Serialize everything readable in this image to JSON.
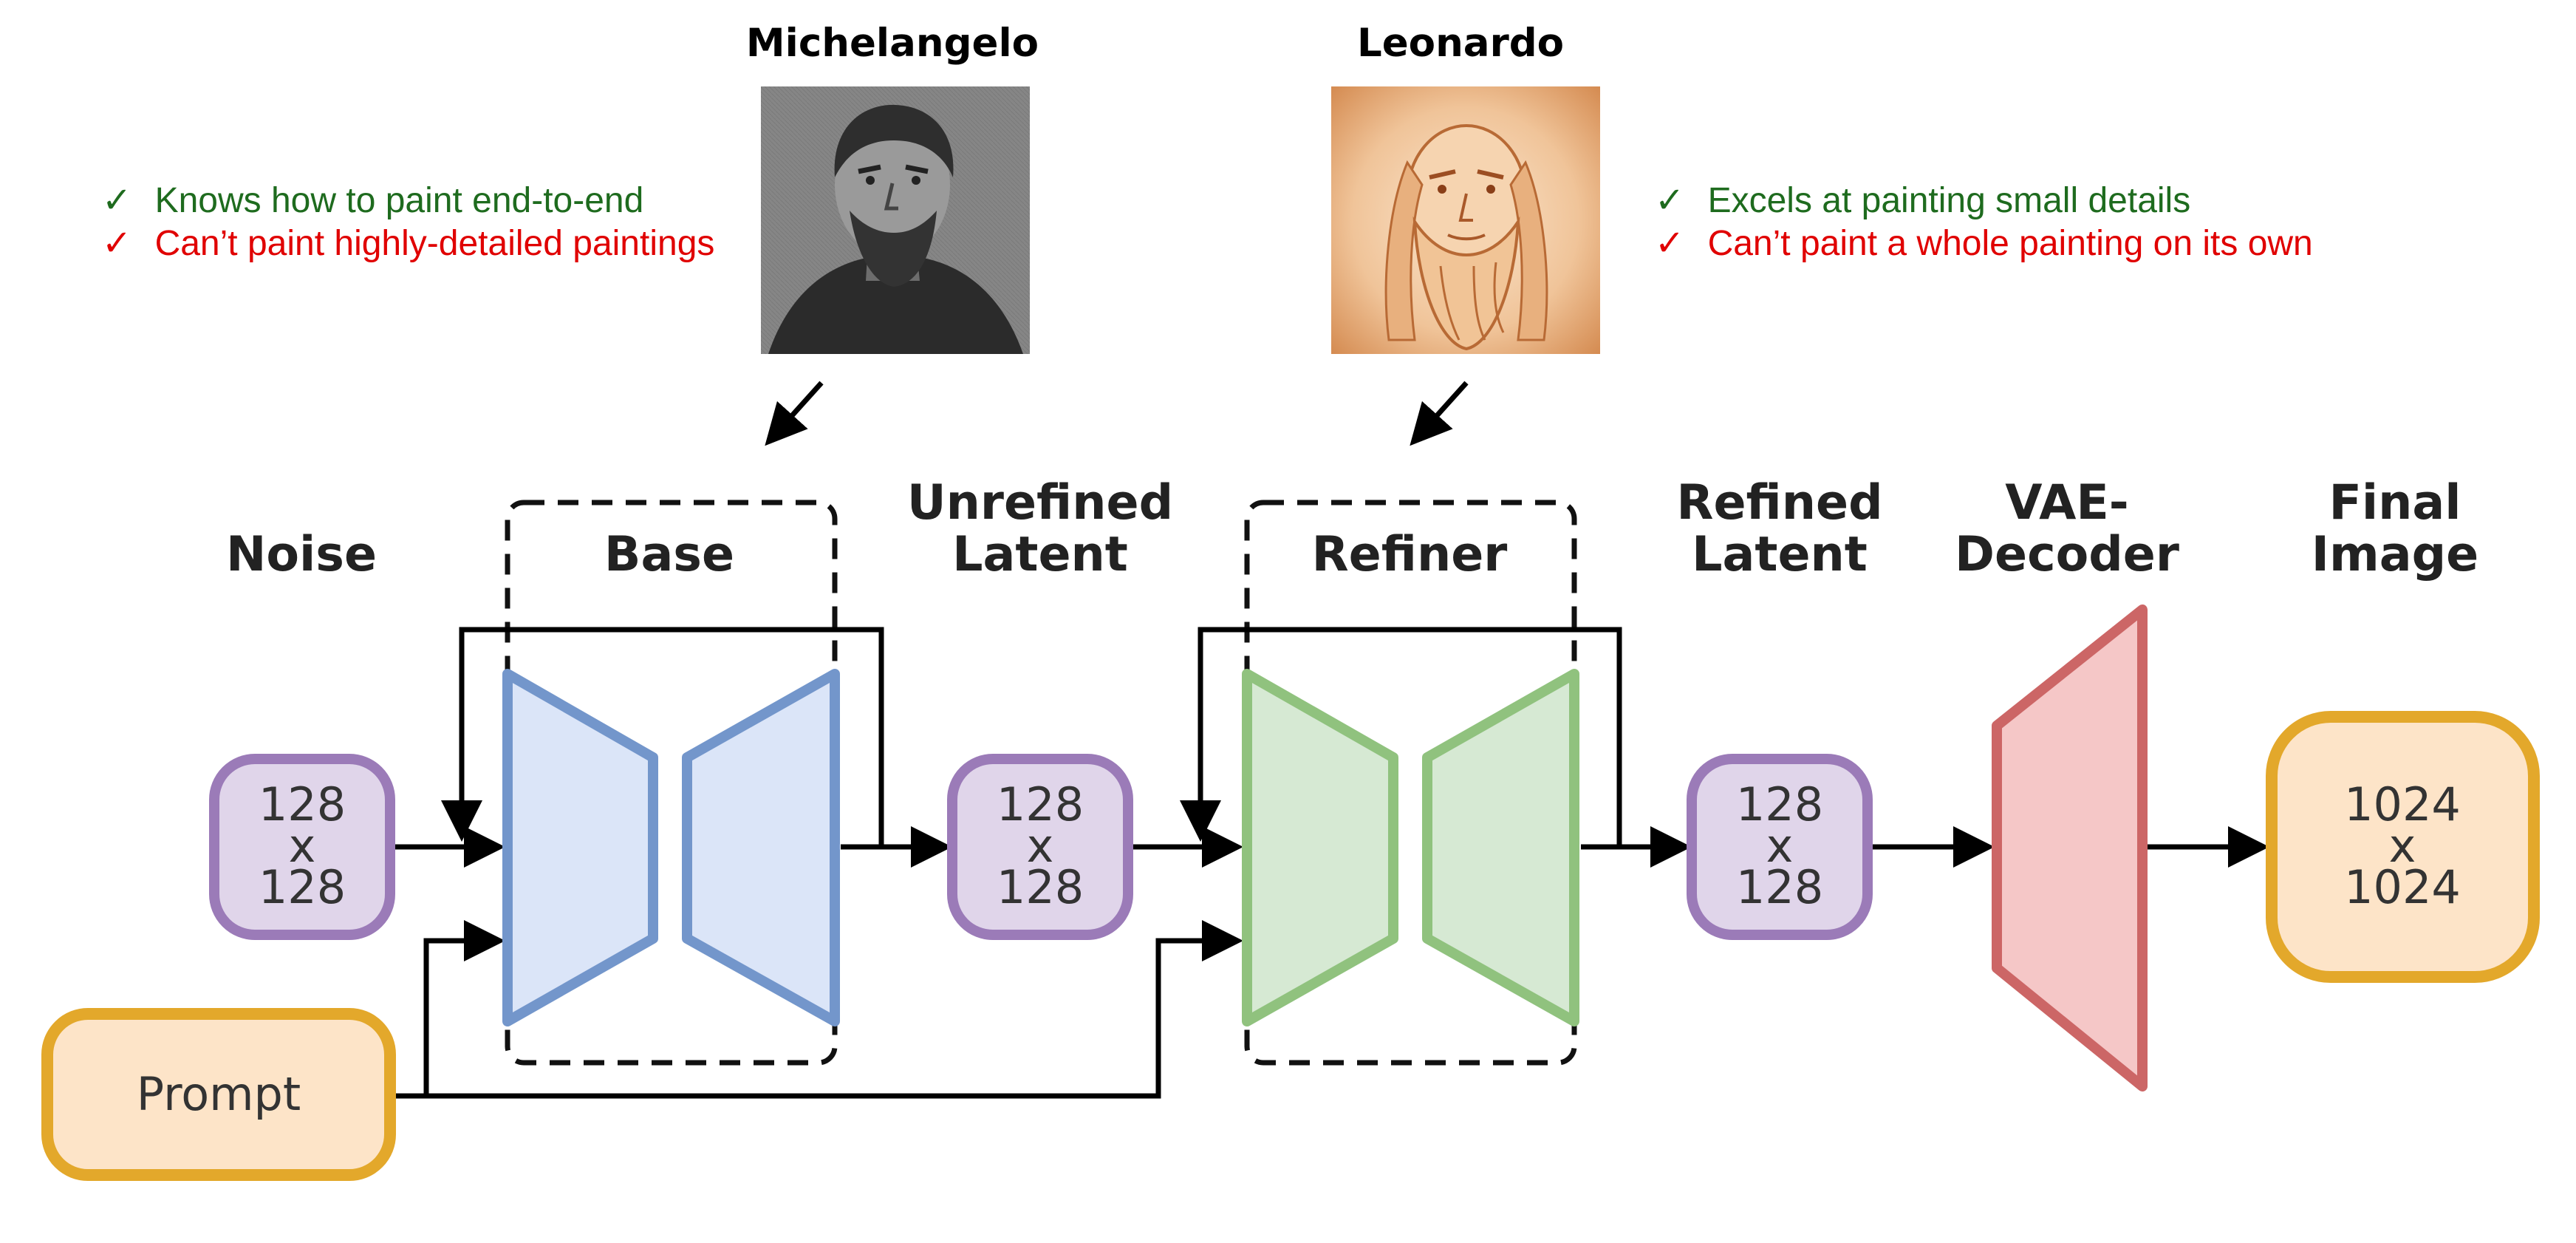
{
  "portraits": {
    "left": {
      "name": "Michelangelo"
    },
    "right": {
      "name": "Leonardo"
    }
  },
  "notes": {
    "left": [
      {
        "mark": "✓",
        "text": "Knows how to paint end-to-end",
        "color": "#1e6b1e"
      },
      {
        "mark": "✓",
        "text": "Can’t paint highly-detailed paintings",
        "color": "#e00000"
      }
    ],
    "right": [
      {
        "mark": "✓",
        "text": "Excels at painting small details",
        "color": "#1e6b1e"
      },
      {
        "mark": "✓",
        "text": "Can’t paint a whole painting on its own",
        "color": "#e00000"
      }
    ]
  },
  "stages": {
    "noise": [
      "Noise"
    ],
    "base": [
      "Base"
    ],
    "unrefined": [
      "Unrefined",
      "Latent"
    ],
    "refiner": [
      "Refiner"
    ],
    "refined": [
      "Refined",
      "Latent"
    ],
    "vae": [
      "VAE-",
      "Decoder"
    ],
    "final": [
      "Final",
      "Image"
    ]
  },
  "boxes": {
    "noise": [
      "128",
      "x",
      "128"
    ],
    "unrefined": [
      "128",
      "x",
      "128"
    ],
    "refined": [
      "128",
      "x",
      "128"
    ],
    "final": [
      "1024",
      "x",
      "1024"
    ],
    "prompt": "Prompt"
  },
  "colors": {
    "latent_fill": "#e0d5ea",
    "latent_stroke": "#9b7bb8",
    "orange_fill": "#fde4c8",
    "orange_stroke": "#e3a82b",
    "base_fill": "#dbe5f8",
    "base_stroke": "#7396cb",
    "refiner_fill": "#d6e9d3",
    "refiner_stroke": "#90c27e",
    "vae_fill": "#f5c7c7",
    "vae_stroke": "#cc6666"
  }
}
